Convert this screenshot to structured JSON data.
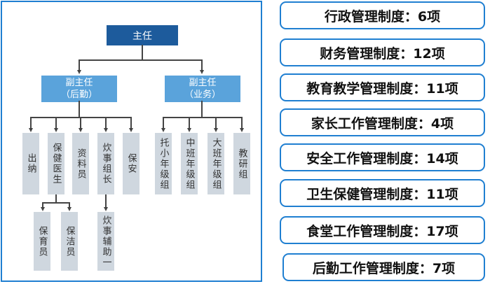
{
  "org_chart": {
    "director": "主任",
    "deputies": [
      {
        "title": "副主任",
        "scope": "（后勤）"
      },
      {
        "title": "副主任",
        "scope": "（业务）"
      }
    ],
    "logistics_units": [
      "出纳",
      "保健医生",
      "资料员",
      "炊事组长",
      "保安"
    ],
    "business_units": [
      "托小年级组",
      "中班年级组",
      "大班年级组",
      "教研组"
    ],
    "health_staff": [
      "保育员",
      "保洁员"
    ],
    "kitchen_staff": [
      "炊事辅助一"
    ]
  },
  "colors": {
    "director_bg": "#1d5b9c",
    "deputy_bg": "#5aa3db",
    "unit_bg": "#cfd7df",
    "border_accent": "#1f7fd1"
  },
  "policies": [
    {
      "label": "行政管理制度：6项"
    },
    {
      "label": "财务管理制度：12项"
    },
    {
      "label": "教育教学管理制度：11项"
    },
    {
      "label": "家长工作管理制度：4项"
    },
    {
      "label": "安全工作管理制度：14项"
    },
    {
      "label": "卫生保健管理制度：11项"
    },
    {
      "label": "食堂工作管理制度：17项"
    },
    {
      "label": "后勤工作管理制度：7项"
    }
  ]
}
